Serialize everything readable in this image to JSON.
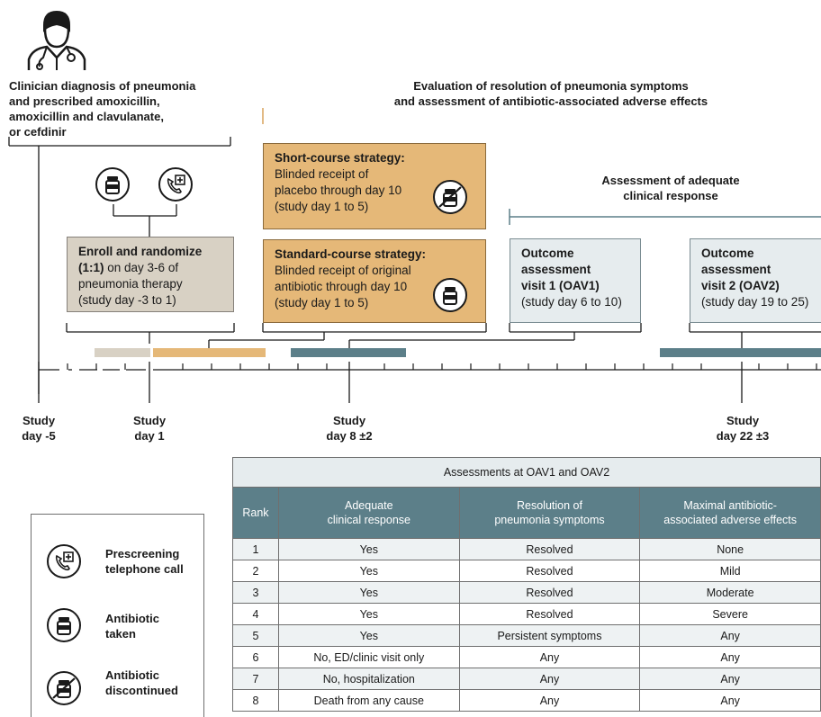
{
  "diagnosis_text": [
    "Clinician diagnosis of pneumonia",
    "and prescribed amoxicillin,",
    "amoxicillin and clavulanate,",
    "or cefdinir"
  ],
  "evaluation_text": [
    "Evaluation of resolution of pneumonia symptoms",
    "and assessment of antibiotic-associated adverse effects"
  ],
  "adequate_response_text": [
    "Assessment of adequate",
    "clinical response"
  ],
  "enroll_box": {
    "line1": "Enroll and randomize",
    "line2_bold": "(1:1)",
    "line2_rest": " on day 3-6 of",
    "line3": "pneumonia therapy",
    "line4": "(study day -3 to 1)"
  },
  "short_course_box": {
    "title": "Short-course strategy:",
    "lines": [
      "Blinded receipt of",
      "placebo through day 10",
      "(study day 1 to 5)"
    ]
  },
  "standard_course_box": {
    "title": "Standard-course strategy:",
    "lines": [
      "Blinded receipt of original",
      "antibiotic through day 10",
      "(study day 1 to 5)"
    ]
  },
  "oav1_box": {
    "title_lines": [
      "Outcome",
      "assessment",
      "visit 1 (OAV1)"
    ],
    "subtitle": "(study day 6 to 10)"
  },
  "oav2_box": {
    "title_lines": [
      "Outcome",
      "assessment",
      "visit 2 (OAV2)"
    ],
    "subtitle": "(study day 19 to 25)"
  },
  "timeline_labels": [
    {
      "line1": "Study",
      "line2": "day -5"
    },
    {
      "line1": "Study",
      "line2": "day 1"
    },
    {
      "line1": "Study",
      "line2": "day 8 ±2"
    },
    {
      "line1": "Study",
      "line2": "day 22 ±3"
    }
  ],
  "table": {
    "caption": "Assessments at OAV1 and OAV2",
    "headers": [
      "Rank",
      "Adequate\nclinical response",
      "Resolution of\npneumonia symptoms",
      "Maximal antibiotic-\nassociated adverse effects"
    ],
    "rows": [
      [
        "1",
        "Yes",
        "Resolved",
        "None"
      ],
      [
        "2",
        "Yes",
        "Resolved",
        "Mild"
      ],
      [
        "3",
        "Yes",
        "Resolved",
        "Moderate"
      ],
      [
        "4",
        "Yes",
        "Resolved",
        "Severe"
      ],
      [
        "5",
        "Yes",
        "Persistent symptoms",
        "Any"
      ],
      [
        "6",
        "No, ED/clinic visit only",
        "Any",
        "Any"
      ],
      [
        "7",
        "No, hospitalization",
        "Any",
        "Any"
      ],
      [
        "8",
        "Death from any cause",
        "Any",
        "Any"
      ]
    ]
  },
  "legend": [
    {
      "icon": "phone-icon",
      "lines": [
        "Prescreening",
        "telephone call"
      ]
    },
    {
      "icon": "pill-bottle-icon",
      "lines": [
        "Antibiotic",
        "taken"
      ]
    },
    {
      "icon": "pill-bottle-crossed-icon",
      "lines": [
        "Antibiotic",
        "discontinued"
      ]
    }
  ],
  "colors": {
    "orange": "#e5b878",
    "tan": "#d8d1c4",
    "teal": "#5c7f89",
    "light": "#e6ecee"
  }
}
